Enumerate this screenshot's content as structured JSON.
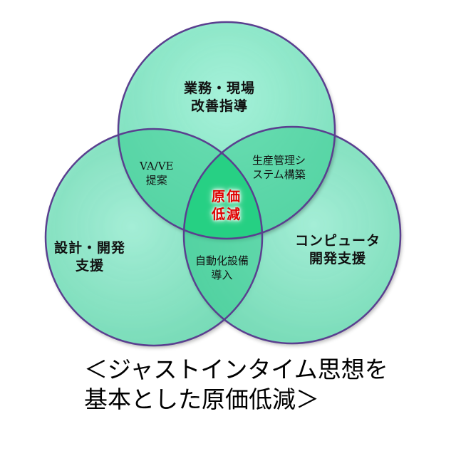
{
  "circles": {
    "top": {
      "label": [
        "業務・現場",
        "改善指導"
      ]
    },
    "left": {
      "label": [
        "設計・開発",
        "支援"
      ]
    },
    "right": {
      "label": [
        "コンピュータ",
        "開発支援"
      ]
    }
  },
  "overlaps": {
    "top_left": {
      "label": [
        "VA/VE",
        "提案"
      ]
    },
    "top_right": {
      "label": [
        "生産管理シ",
        "ステム構築"
      ]
    },
    "left_right": {
      "label": [
        "自動化設備",
        "導入"
      ]
    }
  },
  "center": {
    "label": [
      "原価",
      "低減"
    ]
  },
  "caption": [
    "＜ジャストインタイム思想を",
    "基本とした原価低減＞"
  ],
  "colors": {
    "circle_fill": "#7ee8c4",
    "circle_stroke": "#5a3f8f",
    "center_text": "#e00000"
  }
}
